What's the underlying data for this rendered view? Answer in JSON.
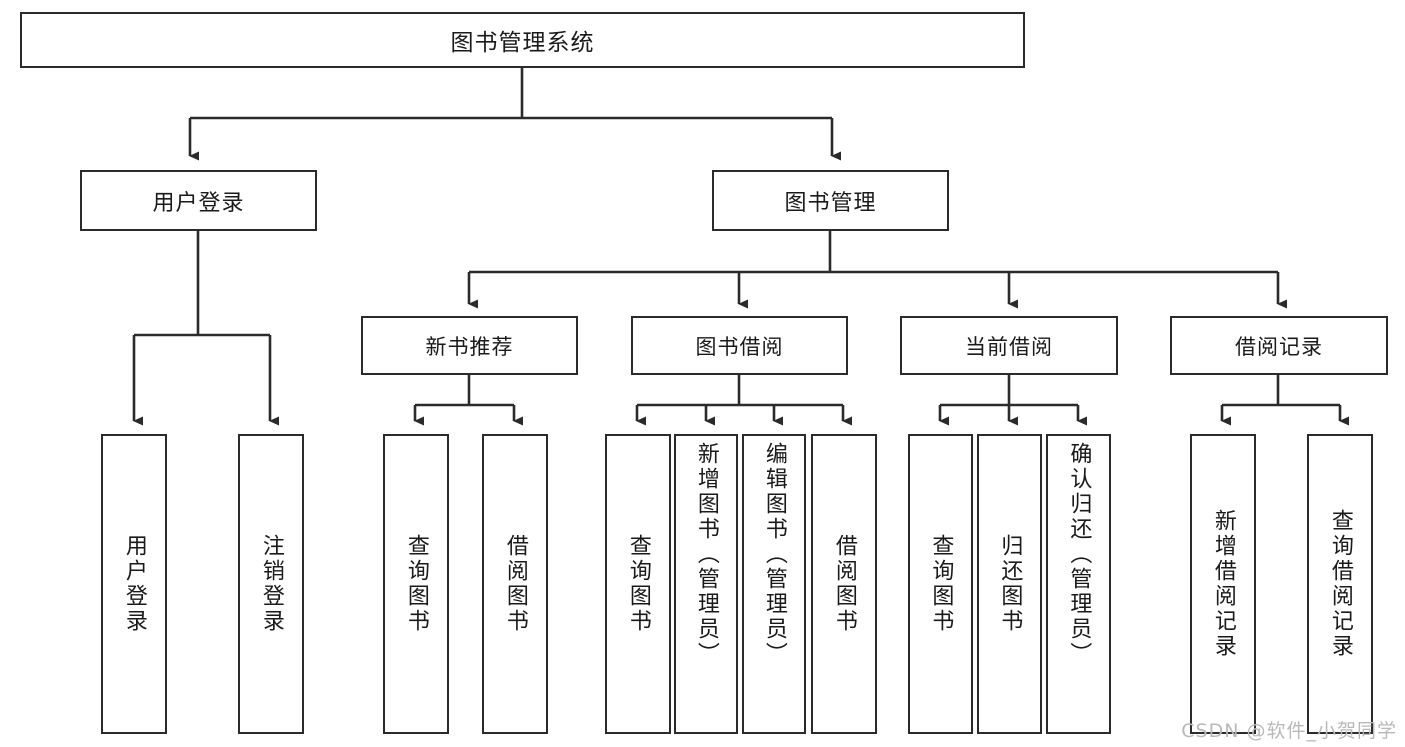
{
  "diagram": {
    "title": "图书管理系统",
    "type": "hierarchy-block-diagram",
    "root": {
      "id": "root",
      "label": "图书管理系统"
    },
    "level1": [
      {
        "id": "user-login",
        "label": "用户登录"
      },
      {
        "id": "book-manage",
        "label": "图书管理"
      }
    ],
    "level2": [
      {
        "id": "new-book-recommend",
        "label": "新书推荐",
        "parent": "book-manage"
      },
      {
        "id": "book-borrow",
        "label": "图书借阅",
        "parent": "book-manage"
      },
      {
        "id": "current-borrow",
        "label": "当前借阅",
        "parent": "book-manage"
      },
      {
        "id": "borrow-record",
        "label": "借阅记录",
        "parent": "book-manage"
      }
    ],
    "leaves": [
      {
        "id": "leaf-user-login",
        "label": "用户登录",
        "parent": "user-login"
      },
      {
        "id": "leaf-logout-login",
        "label": "注销登录",
        "parent": "user-login"
      },
      {
        "id": "leaf-query-book-1",
        "label": "查询图书",
        "parent": "new-book-recommend"
      },
      {
        "id": "leaf-borrow-book-1",
        "label": "借阅图书",
        "parent": "new-book-recommend"
      },
      {
        "id": "leaf-query-book-2",
        "label": "查询图书",
        "parent": "book-borrow"
      },
      {
        "id": "leaf-add-book",
        "label": "新增图书（管理员）",
        "parent": "book-borrow"
      },
      {
        "id": "leaf-edit-book",
        "label": "编辑图书（管理员）",
        "parent": "book-borrow"
      },
      {
        "id": "leaf-borrow-book-2",
        "label": "借阅图书",
        "parent": "book-borrow"
      },
      {
        "id": "leaf-query-book-3",
        "label": "查询图书",
        "parent": "current-borrow"
      },
      {
        "id": "leaf-return-book",
        "label": "归还图书",
        "parent": "current-borrow"
      },
      {
        "id": "leaf-confirm-return",
        "label": "确认归还（管理员）",
        "parent": "current-borrow"
      },
      {
        "id": "leaf-add-record",
        "label": "新增借阅记录",
        "parent": "borrow-record"
      },
      {
        "id": "leaf-query-record",
        "label": "查询借阅记录",
        "parent": "borrow-record"
      }
    ],
    "watermark": "CSDN @软件_小贺同学",
    "colors": {
      "stroke": "#2b2b2b",
      "text": "#1a1a1a",
      "background": "#ffffff",
      "watermark": "#b9b9b9"
    }
  }
}
